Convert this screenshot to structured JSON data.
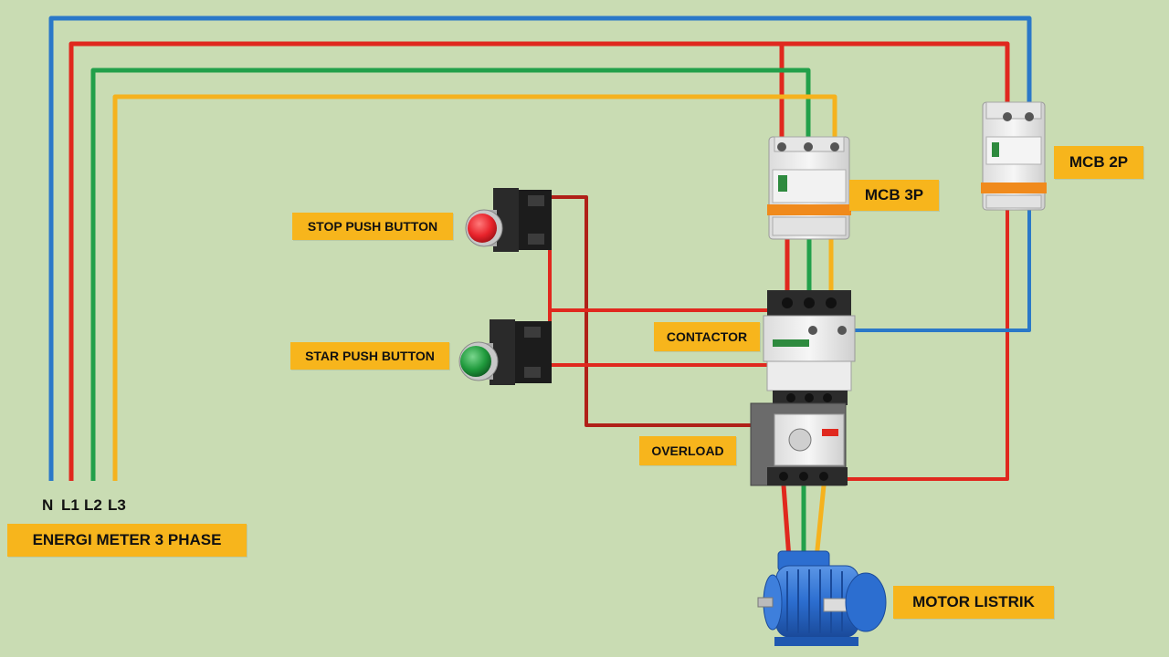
{
  "labels": {
    "stop_push_button": "STOP PUSH BUTTON",
    "star_push_button": "STAR PUSH BUTTON",
    "mcb_3p": "MCB 3P",
    "mcb_2p": "MCB 2P",
    "contactor": "CONTACTOR",
    "overload": "OVERLOAD",
    "motor_listrik": "MOTOR LISTRIK",
    "energi_meter": "ENERGI METER 3 PHASE"
  },
  "terminals": [
    "N",
    "L1",
    "L2",
    "L3"
  ],
  "colors": {
    "background": "#c9dcb3",
    "neutral_wire": "#2a78c8",
    "l1_wire": "#e0281e",
    "l2_wire": "#22a04a",
    "l3_wire": "#f5b21e",
    "control_wire_dark": "#b02018",
    "label_bg": "#f7b51c",
    "stop_button": "#e8232b",
    "start_button": "#1f9a3c",
    "motor_body": "#2c6ed0"
  }
}
